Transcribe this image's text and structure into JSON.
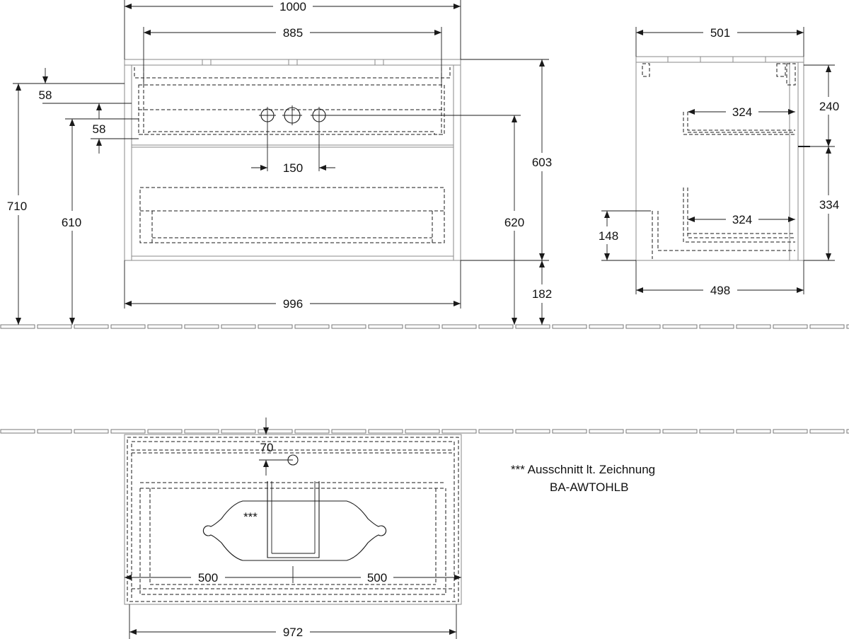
{
  "front_view": {
    "width_overall": "1000",
    "width_inner": "885",
    "width_body": "996",
    "offset_top_a": "58",
    "offset_top_b": "58",
    "tap_spacing": "150",
    "height_total": "710",
    "height_tap": "610",
    "height_body": "603",
    "height_feet": "182",
    "height_floor": "620"
  },
  "side_view": {
    "depth_top": "501",
    "depth_bottom": "498",
    "drawer1_depth": "324",
    "drawer2_depth": "324",
    "height_upper": "240",
    "height_lower": "334",
    "height_siphon": "148"
  },
  "top_view": {
    "offset_back": "70",
    "half_left": "500",
    "half_right": "500",
    "width_total": "972",
    "cutout_marker": "***"
  },
  "note": {
    "line1": "*** Ausschnitt lt. Zeichnung",
    "line2": "BA-AWTOHLB"
  }
}
